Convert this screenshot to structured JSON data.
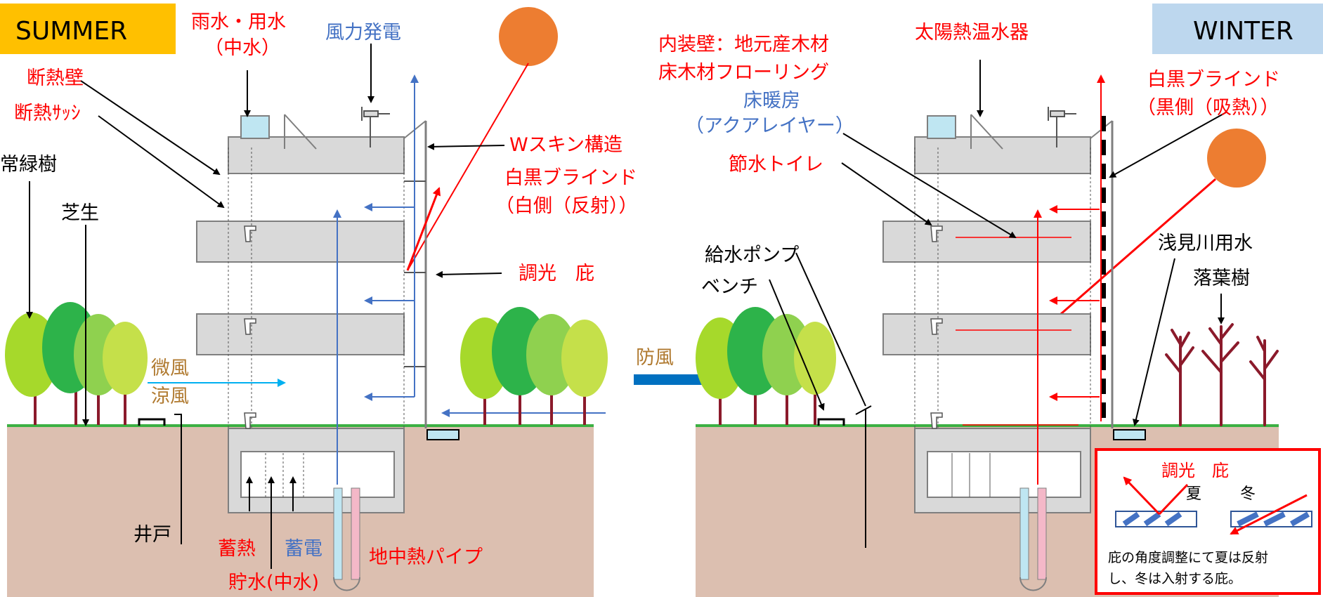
{
  "summer": {
    "title": "SUMMER",
    "labels": {
      "rainwater_1": "雨水・用水",
      "rainwater_2": "（中水）",
      "wind_power": "風力発電",
      "insulated_wall": "断熱壁",
      "insulated_sash": "断熱ｻｯｼ",
      "evergreen": "常緑樹",
      "lawn": "芝生",
      "breeze_1": "微風",
      "breeze_2": "涼風",
      "well": "井戸",
      "double_skin": "Wスキン構造",
      "blind_1": "白黒ブラインド",
      "blind_2": "（白側（反射））",
      "louver": "調光　庇",
      "heat_storage": "蓄熱",
      "power_storage": "蓄電",
      "water_storage": "貯水(中水)",
      "geo_pipe": "地中熱パイプ"
    }
  },
  "winter": {
    "title": "WINTER",
    "labels": {
      "interior_1": "内装壁：地元産木材",
      "interior_2": "床木材フローリング",
      "floor_heat_1": "床暖房",
      "floor_heat_2": "（アクアレイヤー）",
      "toilet": "節水トイレ",
      "solar_heater": "太陽熱温水器",
      "blind_1": "白黒ブラインド",
      "blind_2": "（黒側（吸熱））",
      "windbreak": "防風",
      "pump": "給水ポンプ",
      "bench": "ベンチ",
      "river_water": "浅見川用水",
      "deciduous": "落葉樹"
    },
    "inset": {
      "title": "調光　庇",
      "summer": "夏",
      "winter": "冬",
      "caption_1": "庇の角度調整にて夏は反射",
      "caption_2": "し、冬は入射する庇。"
    }
  },
  "colors": {
    "summer_banner": "#ffc000",
    "winter_banner": "#bdd7ee",
    "sun": "#ed7d31",
    "red": "#ff0000",
    "blue": "#4472c4",
    "brown_text": "#b07a30",
    "earth": "#dcbfb0",
    "concrete": "#d9d9d9",
    "water": "#bfe6f2"
  }
}
